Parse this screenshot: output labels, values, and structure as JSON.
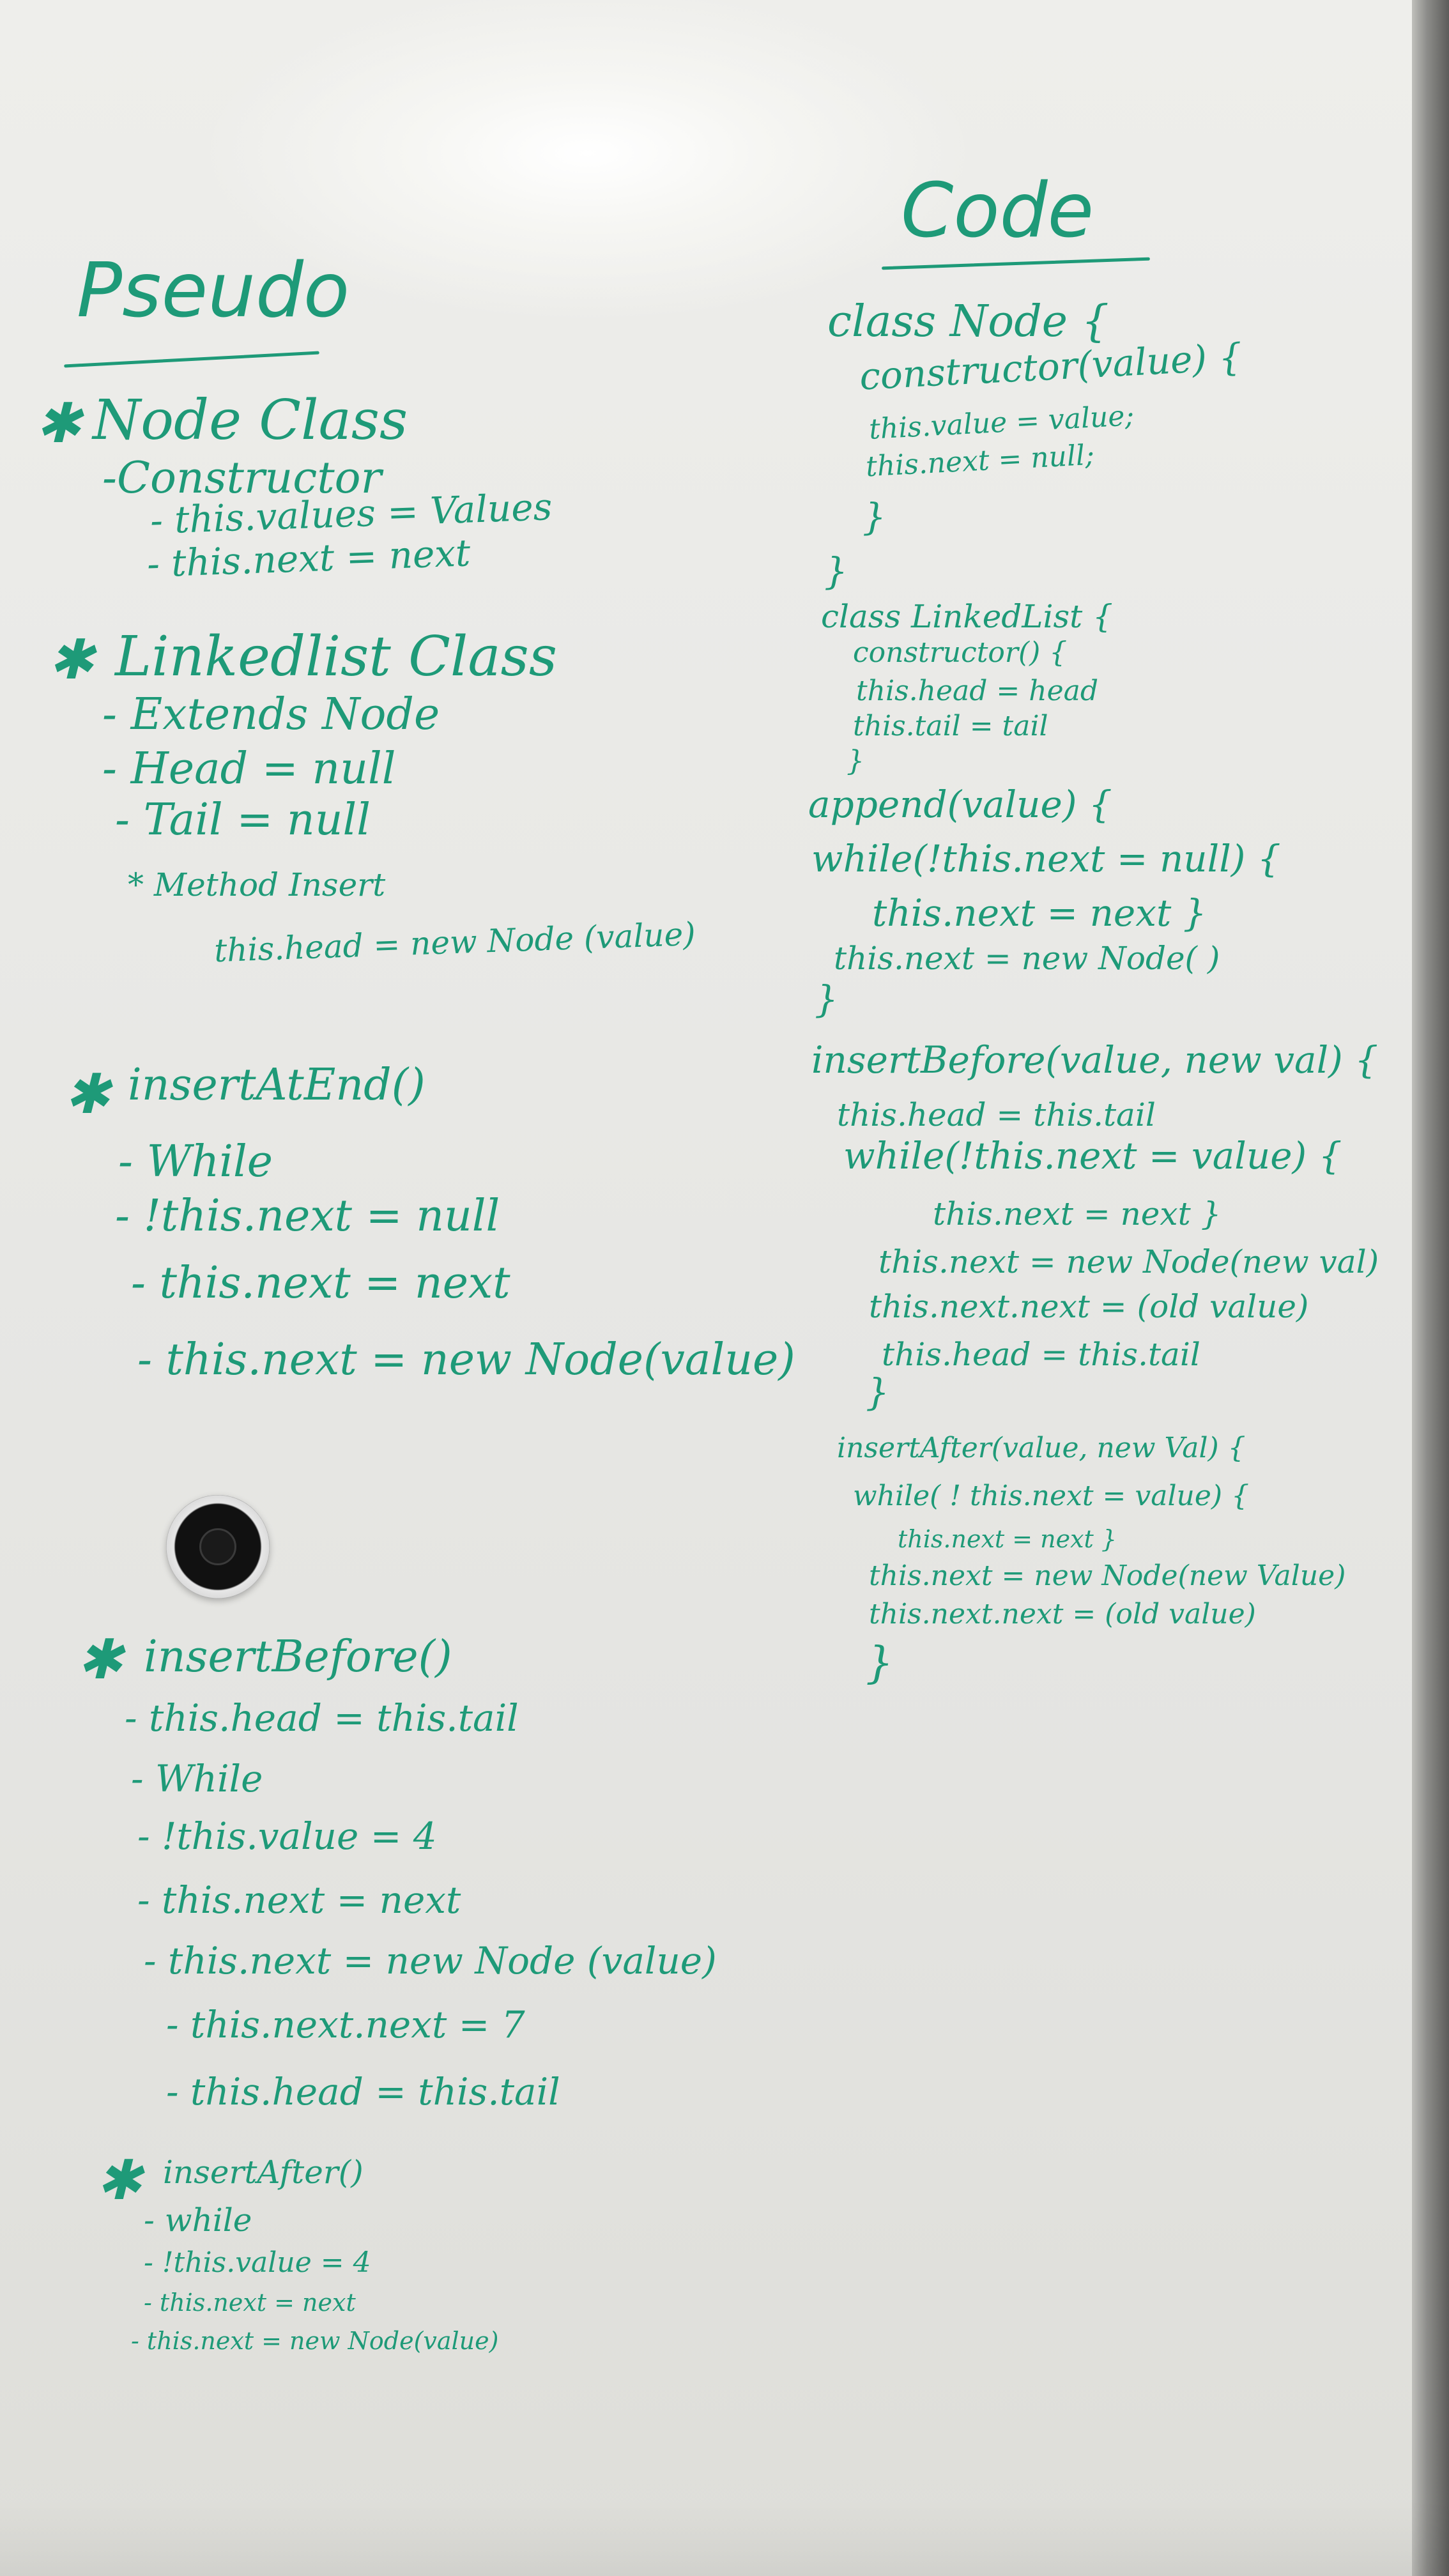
{
  "pseudo": {
    "heading": "Pseudo",
    "node_class": {
      "title": "Node Class",
      "lines": [
        "-Constructor",
        "- this.values = Values",
        "- this.next = next"
      ]
    },
    "linkedlist_class": {
      "title": "Linkedlist Class",
      "lines": [
        "- Extends Node",
        "- Head = null",
        "- Tail = null",
        "* Method Insert",
        "this.head = new Node (value)"
      ]
    },
    "insert_at_end": {
      "title": "insertAtEnd()",
      "lines": [
        "- While",
        "- !this.next = null",
        "- this.next = next",
        "- this.next = new Node(value)"
      ]
    },
    "insert_before": {
      "title": "insertBefore()",
      "lines": [
        "- this.head = this.tail",
        "- While",
        "- !this.value = 4",
        "- this.next = next",
        "- this.next = new Node (value)",
        "- this.next.next = 7",
        "- this.head = this.tail"
      ]
    },
    "insert_after": {
      "title": "insertAfter()",
      "lines": [
        "- while",
        "- !this.value = 4",
        "- this.next = next",
        "- this.next = new Node(value)"
      ]
    }
  },
  "code": {
    "heading": "Code",
    "lines": [
      "class Node {",
      "constructor(value) {",
      "this.value = value;",
      "this.next = null;",
      "}",
      "}",
      "class LinkedList {",
      "constructor() {",
      "this.head = head",
      "this.tail = tail",
      "}",
      "append(value) {",
      "while(!this.next = null) {",
      "this.next = next }",
      "this.next = new Node(      )",
      "}",
      "insertBefore(value, new val) {",
      "this.head = this.tail",
      "while(!this.next = value) {",
      "this.next = next }",
      "this.next = new Node(new val)",
      "this.next.next = (old value)",
      "this.head = this.tail",
      "}",
      "insertAfter(value, new Val) {",
      "while( ! this.next = value) {",
      "this.next = next }",
      "this.next = new Node(new Value)",
      "this.next.next = (old value)",
      "}"
    ]
  },
  "colors": {
    "marker": "#1e9a78",
    "board": "#ebebe8",
    "frame": "#6e6e6b"
  }
}
